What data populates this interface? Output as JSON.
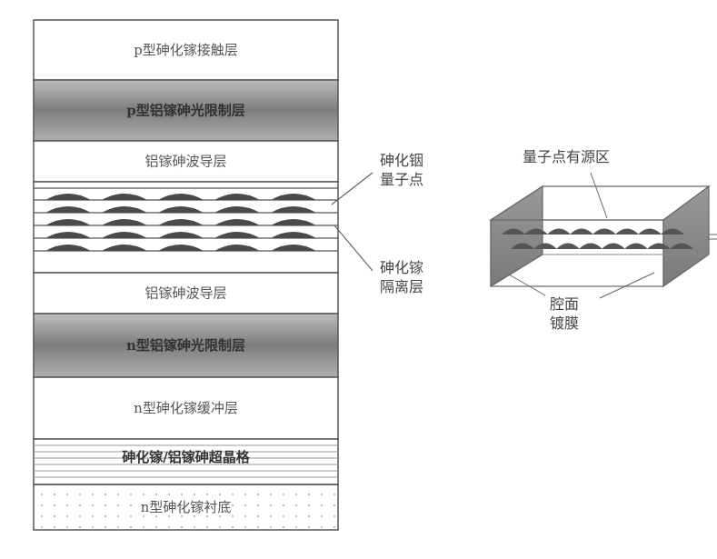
{
  "layer_stack": {
    "layers": [
      {
        "label": "p型砷化镓接触层",
        "fill": "white"
      },
      {
        "label": "p型铝镓砷光限制层",
        "fill": "gradient"
      },
      {
        "label": "铝镓砷波导层",
        "fill": "white"
      },
      {
        "label": "",
        "fill": "quantum-dots"
      },
      {
        "label": "铝镓砷波导层",
        "fill": "white"
      },
      {
        "label": "n型铝镓砷光限制层",
        "fill": "gradient"
      },
      {
        "label": "n型砷化镓缓冲层",
        "fill": "white"
      },
      {
        "label": "砷化镓/铝镓砷超晶格",
        "fill": "lines"
      },
      {
        "label": "n型砷化镓衬底",
        "fill": "dots"
      }
    ],
    "qd_rows": 5,
    "qd_per_row": 5
  },
  "callouts": {
    "inas_qd": [
      "砷化铟",
      "量子点"
    ],
    "gaas_spacer": [
      "砷化镓",
      "隔离层"
    ]
  },
  "device": {
    "active_region": "量子点有源区",
    "facet_coating": [
      "腔面",
      "镀膜"
    ]
  },
  "colors": {
    "line": "#555555",
    "dot": "#4a4a4a",
    "cladding": "#8a8a8a"
  }
}
